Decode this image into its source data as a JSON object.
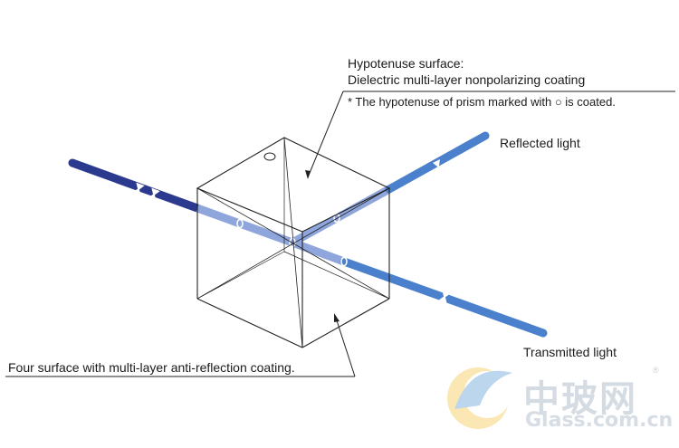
{
  "labels": {
    "hypotenuse_title": "Hypotenuse surface:",
    "hypotenuse_coating": "Dielectric multi-layer nonpolarizing coating",
    "hypotenuse_note": "* The hypotenuse of prism marked with ○ is coated.",
    "reflected": "Reflected light",
    "transmitted": "Transmitted light",
    "ar_coating": "Four surface with multi-layer anti-reflection coating."
  },
  "watermark": {
    "chinese": "中玻网",
    "domain": "Glass.com.cn",
    "registered": "®"
  },
  "colors": {
    "incident_beam": "#2b3a8f",
    "inside_beam": "#8fa6dc",
    "output_beam": "#4b80cc",
    "prism_edge": "#222222"
  }
}
